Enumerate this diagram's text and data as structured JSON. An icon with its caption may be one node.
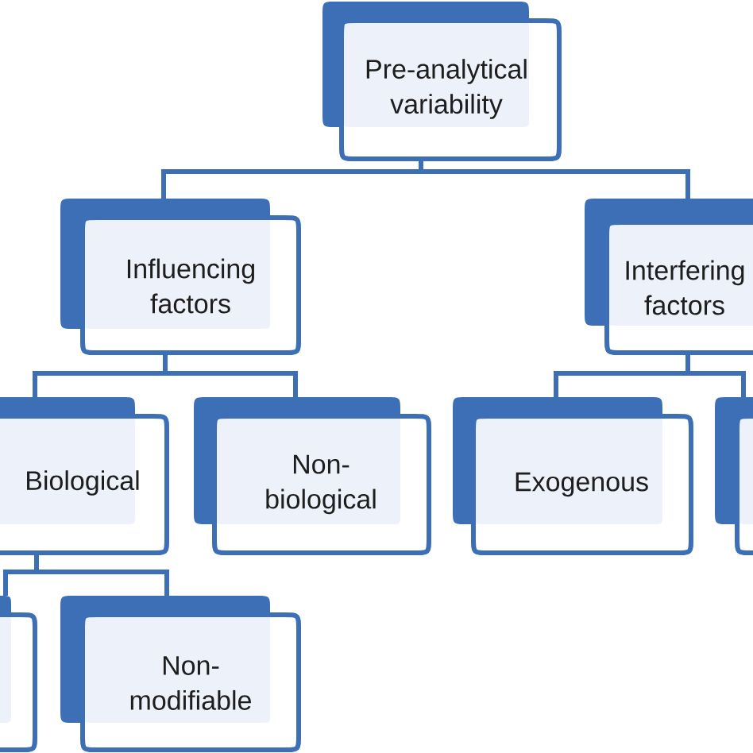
{
  "diagram": {
    "nodes": [
      {
        "text": [
          "Pre-analytical variability"
        ]
      },
      {
        "text": [
          "Influencing factors"
        ]
      },
      {
        "text": [
          "Interfering factors"
        ]
      },
      {
        "text": [
          "Biological"
        ]
      },
      {
        "text": [
          "Non-biological"
        ]
      },
      {
        "text": [
          "Exogenous"
        ]
      },
      {
        "text": [],
        "shape": "box"
      },
      {
        "text": [],
        "shape": "box"
      },
      {
        "text": [
          "Non-modifiable"
        ]
      }
    ],
    "edges": [
      {
        "from": 0,
        "to": 1,
        "arrow": "none"
      },
      {
        "from": 0,
        "to": 2,
        "arrow": "none"
      },
      {
        "from": 1,
        "to": 3,
        "arrow": "none"
      },
      {
        "from": 1,
        "to": 4,
        "arrow": "none"
      },
      {
        "from": 2,
        "to": 5,
        "arrow": "none"
      },
      {
        "from": 2,
        "to": 6,
        "arrow": "none"
      },
      {
        "from": 3,
        "to": 7,
        "arrow": "none"
      },
      {
        "from": 3,
        "to": 8,
        "arrow": "none"
      }
    ]
  }
}
